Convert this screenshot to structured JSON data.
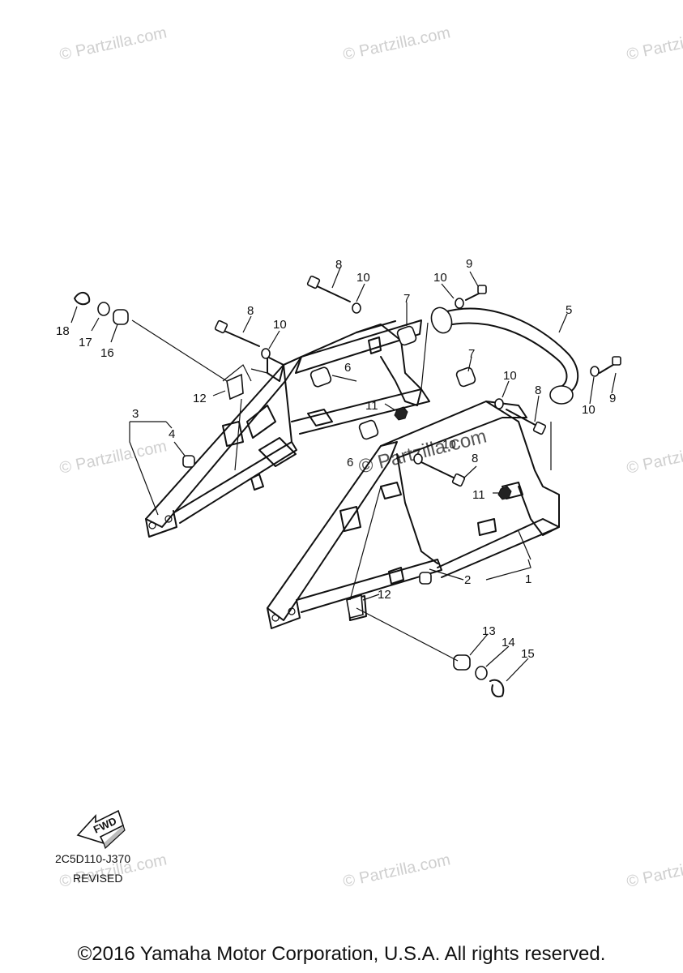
{
  "watermark": "© Partzilla.com",
  "diagram_code": "2C5D110-J370",
  "revision_label": "REVISED",
  "fwd_label": "FWD",
  "copyright": "©2016 Yamaha Motor Corporation, U.S.A. All rights reserved.",
  "callouts": {
    "c1": "1",
    "c2": "2",
    "c3": "3",
    "c4": "4",
    "c5": "5",
    "c6a": "6",
    "c6b": "6",
    "c7a": "7",
    "c7b": "7",
    "c8a": "8",
    "c8b": "8",
    "c8c": "8",
    "c8d": "8",
    "c9a": "9",
    "c9b": "9",
    "c10a": "10",
    "c10b": "10",
    "c10c": "10",
    "c10d": "10",
    "c10e": "10",
    "c10f": "10",
    "c11a": "11",
    "c11b": "11",
    "c12a": "12",
    "c12b": "12",
    "c13": "13",
    "c14": "14",
    "c15": "15",
    "c16": "16",
    "c17": "17",
    "c18": "18"
  }
}
